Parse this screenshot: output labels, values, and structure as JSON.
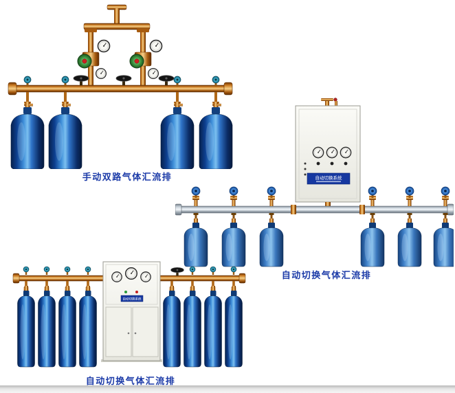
{
  "page": {
    "background": "#ffffff"
  },
  "colors": {
    "caption_blue": "#1c3ba8",
    "brass_pipe": "#c87820",
    "cylinder_blue_dark": "#0d3f8f",
    "cylinder_blue_light": "#4c8fd4",
    "aluminum_pipe": "#c9d2da",
    "cabinet_body": "#f4f4ef",
    "label_plate_blue": "#1638a0",
    "valve_handle_teal": "#2c96b4",
    "valve_handle_blue": "#3a7fd0",
    "valve_handwheel_black": "#141414"
  },
  "products": [
    {
      "id": "manual-dual-gas-manifold",
      "caption": "手动双路气体汇流排"
    },
    {
      "id": "auto-switch-gas-manifold-wall-cabinet",
      "caption": "自动切换气体汇流排",
      "cabinet_label": "自动切换系统"
    },
    {
      "id": "auto-switch-gas-manifold-floor-cabinet",
      "caption": "自动切换气体汇流排",
      "cabinet_label": "自动切换系统"
    }
  ]
}
